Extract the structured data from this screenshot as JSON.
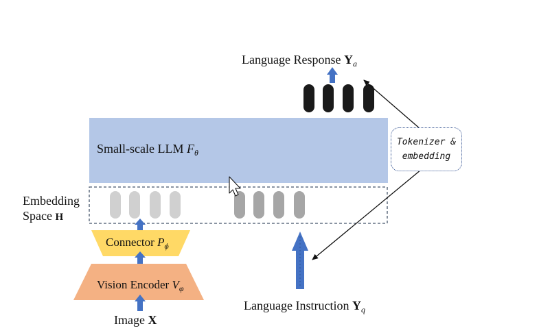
{
  "labels": {
    "response_text": "Language Response ",
    "response_symbol": "Y",
    "response_sub": "a",
    "llm_text": "Small-scale LLM ",
    "llm_symbol": "F",
    "llm_sub": "θ",
    "embedding_line1": "Embedding",
    "embedding_line2": "Space ",
    "embedding_symbol": "H",
    "connector_text": "Connector ",
    "connector_symbol": "P",
    "connector_sub": "ϕ",
    "encoder_text": "Vision Encoder ",
    "encoder_symbol": "V",
    "encoder_sub": "φ",
    "image_text": "Image ",
    "image_symbol": "X",
    "instruction_text": "Language Instruction ",
    "instruction_symbol": "Y",
    "instruction_sub": "q",
    "tokenizer_line1": "Tokenizer &",
    "tokenizer_line2": "embedding"
  },
  "colors": {
    "llm_fill": "#b4c7e7",
    "connector_fill": "#ffd966",
    "encoder_fill": "#f4b183",
    "arrow_blue": "#4472c4",
    "visual_token": "#d0d0d0",
    "text_token": "#a6a6a6",
    "output_token": "#1a1a1a",
    "dashed_border": "#44546a"
  },
  "icons": [
    "cursor-pointer-icon",
    "up-arrow-icon"
  ]
}
